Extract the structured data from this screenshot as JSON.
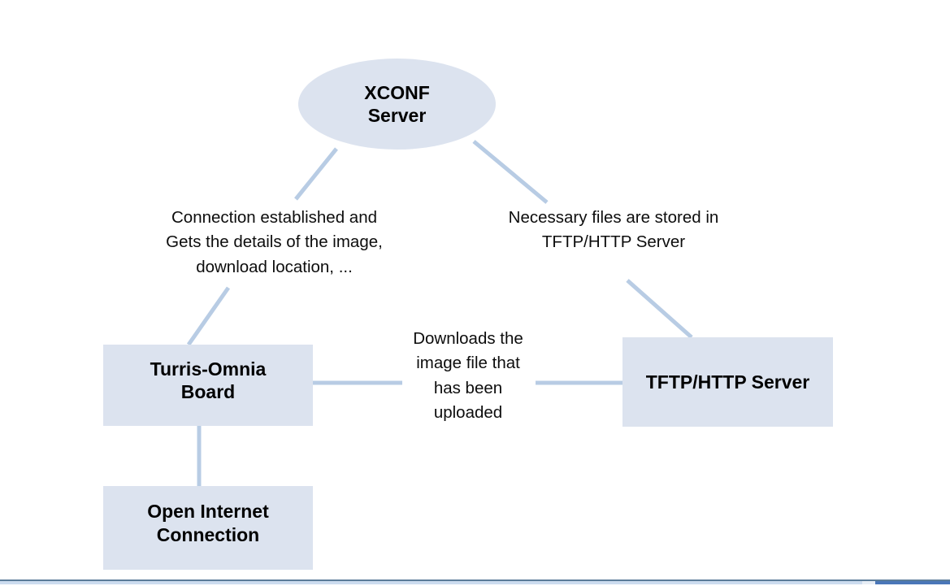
{
  "diagram": {
    "type": "flow-diagram",
    "background_color": "#ffffff",
    "node_fill_color": "#dce3ef",
    "connector_color": "#b8cce4",
    "text_color": "#000000",
    "nodes": [
      {
        "id": "xconf-server",
        "shape": "ellipse",
        "label_line1": "XCONF",
        "label_line2": "Server"
      },
      {
        "id": "turris-omnia-board",
        "shape": "rectangle",
        "label_line1": "Turris-Omnia",
        "label_line2": "Board"
      },
      {
        "id": "tftp-http-server",
        "shape": "rectangle",
        "label_line1": "TFTP/HTTP Server",
        "label_line2": ""
      },
      {
        "id": "open-internet-connection",
        "shape": "rectangle",
        "label_line1": "Open Internet",
        "label_line2": "Connection"
      }
    ],
    "edge_labels": [
      {
        "id": "xconf-to-board",
        "line1": "Connection established and",
        "line2": "Gets the details of the image,",
        "line3": "download location, ..."
      },
      {
        "id": "xconf-to-tftp",
        "line1": "Necessary files are stored in",
        "line2": "TFTP/HTTP Server",
        "line3": ""
      },
      {
        "id": "board-to-tftp",
        "line1": "Downloads the",
        "line2": "image file that",
        "line3": "has been",
        "line4": "uploaded"
      }
    ]
  }
}
